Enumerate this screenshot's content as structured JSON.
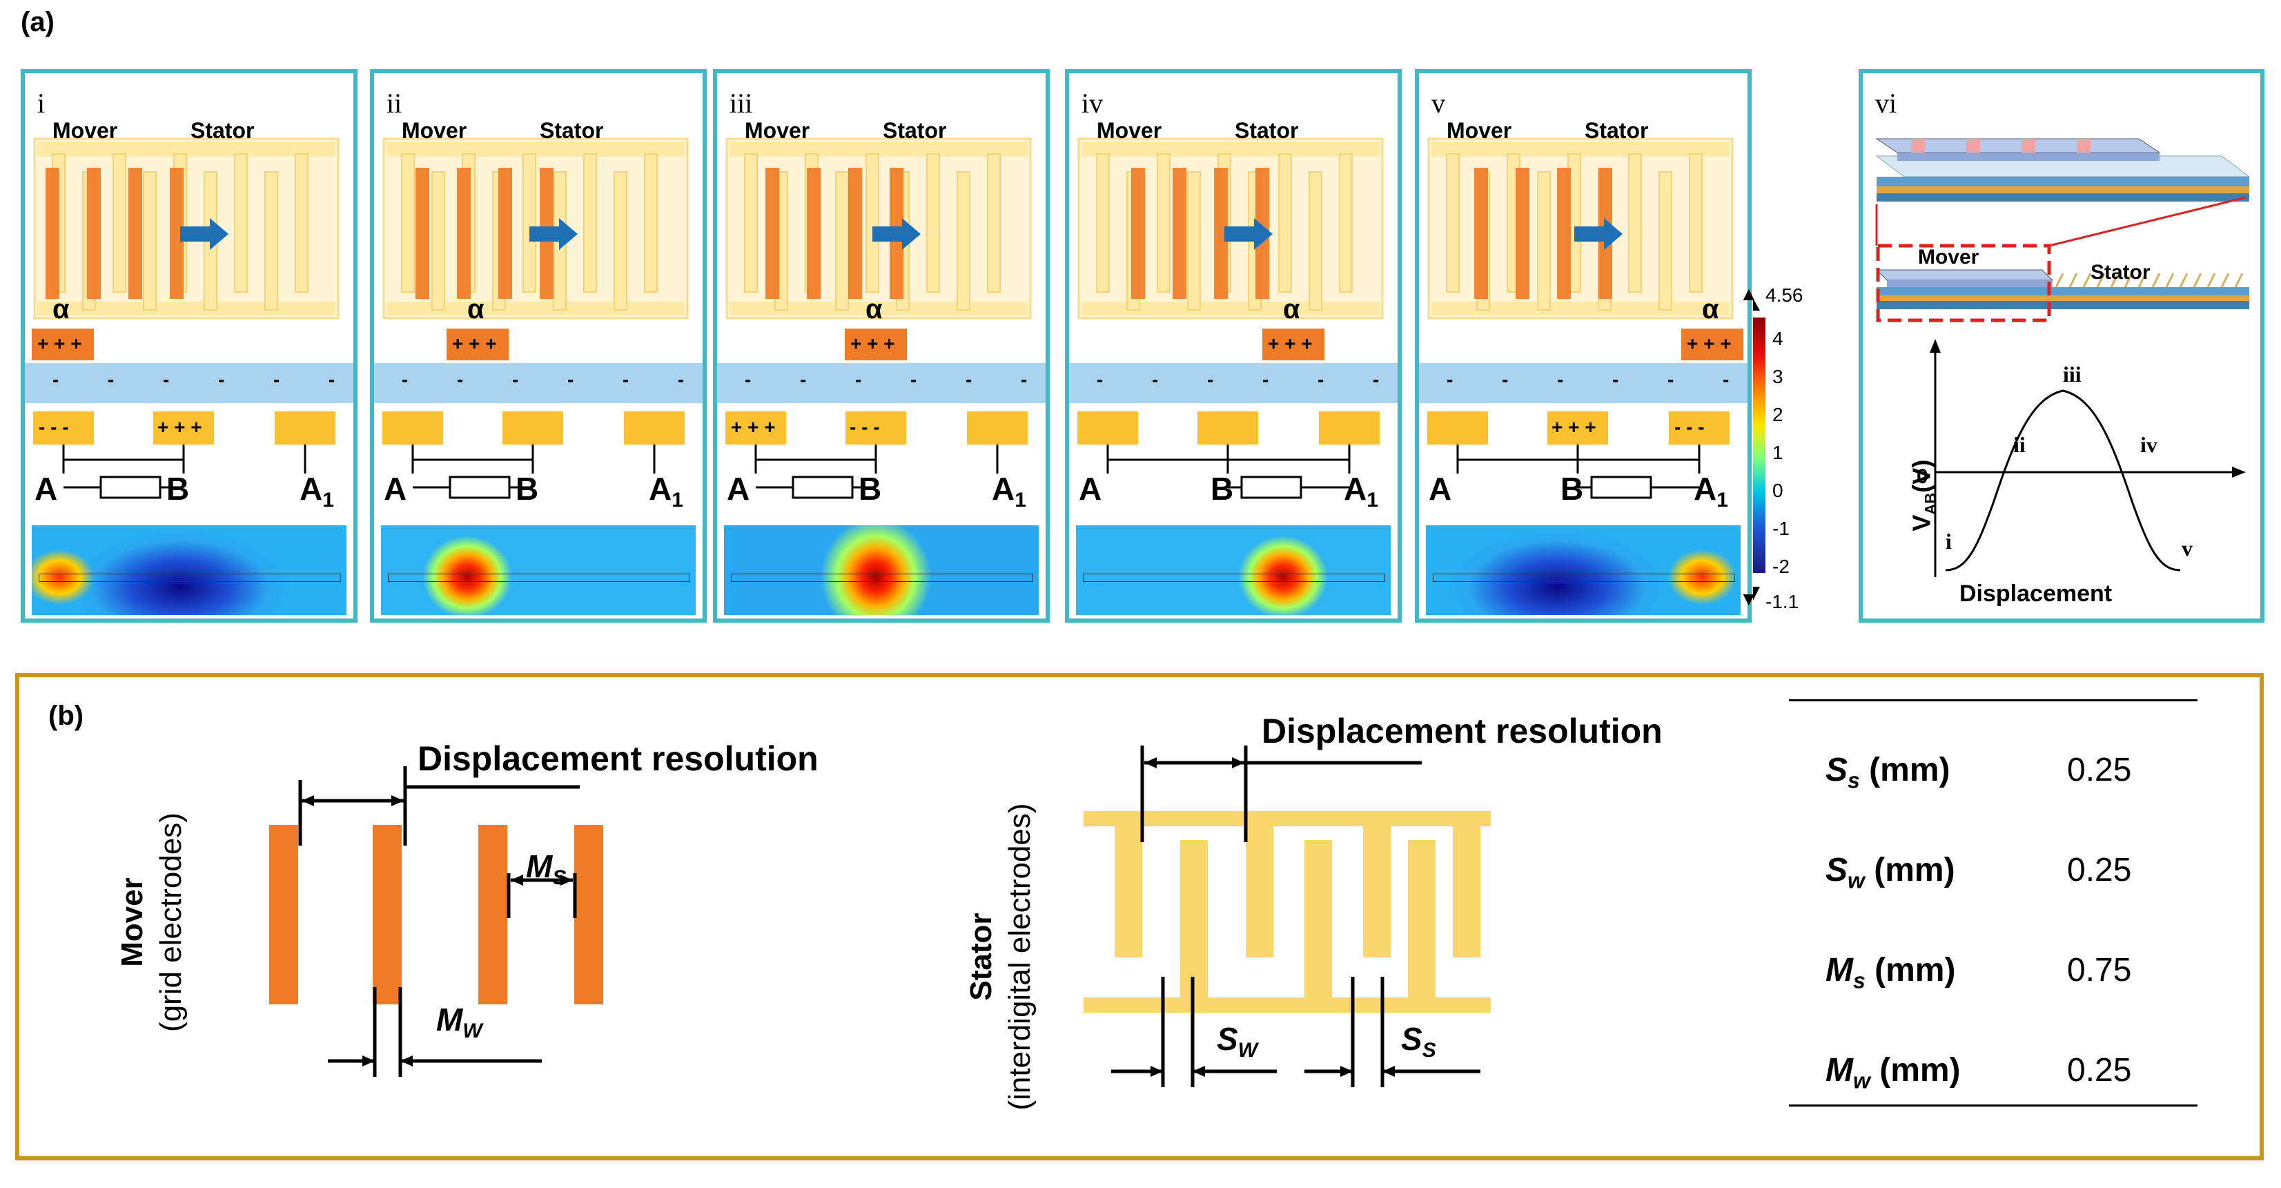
{
  "part_a": {
    "label": "(a)",
    "panels": [
      {
        "roman": "i",
        "mover": "Mover",
        "stator": "Stator",
        "alpha": "α",
        "top_charge": "+ + +",
        "bottom_1": "- - -",
        "bottom_2": "+ + +",
        "bottom_3": ""
      },
      {
        "roman": "ii",
        "mover": "Mover",
        "stator": "Stator",
        "alpha": "α",
        "top_charge": "+ + +",
        "bottom_1": "",
        "bottom_2": "",
        "bottom_3": ""
      },
      {
        "roman": "iii",
        "mover": "Mover",
        "stator": "Stator",
        "alpha": "α",
        "top_charge": "+ + +",
        "bottom_1": "+ + +",
        "bottom_2": "- - -",
        "bottom_3": ""
      },
      {
        "roman": "iv",
        "mover": "Mover",
        "stator": "Stator",
        "alpha": "α",
        "top_charge": "+ + +",
        "bottom_1": "",
        "bottom_2": "",
        "bottom_3": ""
      },
      {
        "roman": "v",
        "mover": "Mover",
        "stator": "Stator",
        "alpha": "α",
        "top_charge": "+ + +",
        "bottom_1": "",
        "bottom_2": "+ + +",
        "bottom_3": "- - -"
      }
    ],
    "dielectric_minus": "-",
    "terminals": {
      "a": "A",
      "b": "B",
      "a1": "A",
      "a1_sub": "1"
    },
    "colorbar": {
      "max_label": "4.56",
      "min_label": "-1.1",
      "ticks": [
        "4",
        "3",
        "2",
        "1",
        "0",
        "-1",
        "-2"
      ]
    },
    "panel_vi": {
      "roman": "vi",
      "mover": "Mover",
      "stator": "Stator",
      "y_label": "V",
      "y_label_sub": "AB",
      "y_label_unit": "(V)",
      "zero": "0",
      "x_label": "Displacement",
      "points": [
        "i",
        "ii",
        "iii",
        "iv",
        "v"
      ]
    }
  },
  "part_b": {
    "label": "(b)",
    "mover_title": "Mover",
    "mover_subtitle": "(grid electrodes)",
    "stator_title": "Stator",
    "stator_subtitle": "(interdigital electrodes)",
    "displacement_resolution": "Displacement resolution",
    "ms": {
      "sym": "M",
      "sub": "S"
    },
    "mw": {
      "sym": "M",
      "sub": "W"
    },
    "sw": {
      "sym": "S",
      "sub": "W"
    },
    "ss": {
      "sym": "S",
      "sub": "S"
    },
    "table": [
      {
        "sym": "S",
        "sub": "s",
        "unit": " (mm)",
        "value": "0.25"
      },
      {
        "sym": "S",
        "sub": "w",
        "unit": " (mm)",
        "value": "0.25"
      },
      {
        "sym": "M",
        "sub": "s",
        "unit": " (mm)",
        "value": "0.75"
      },
      {
        "sym": "M",
        "sub": "w",
        "unit": " (mm)",
        "value": "0.25"
      }
    ]
  },
  "colors": {
    "panel_border": "#41b8c4",
    "box_b_border": "#c9951a",
    "mover_orange": "#f07b26",
    "stator_yellow": "#fbd66a",
    "dielectric": "#a9d3ee",
    "electrode": "#fbc02d"
  }
}
